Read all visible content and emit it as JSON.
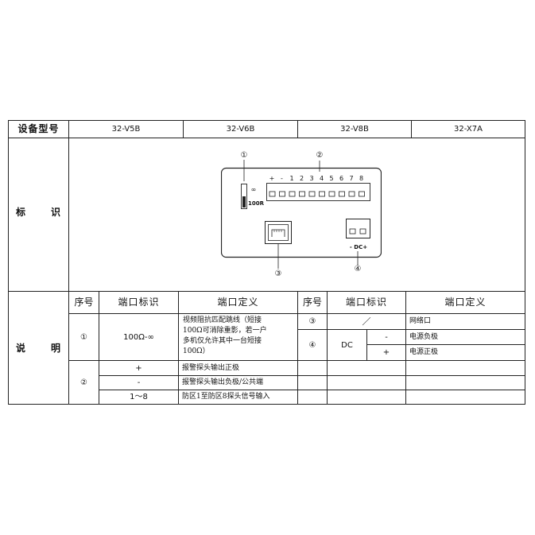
{
  "header": {
    "model_label": "设备型号",
    "models": [
      "32-V5B",
      "32-V6B",
      "32-V8B",
      "32-X7A"
    ]
  },
  "identify": {
    "label_char1": "标",
    "label_char2": "识",
    "diagram": {
      "callout_1": "①",
      "callout_2": "②",
      "callout_3": "③",
      "callout_4": "④",
      "jumper_inf": "∞",
      "jumper_100r": "100R",
      "terminal_labels": [
        "+",
        "-",
        "1",
        "2",
        "3",
        "4",
        "5",
        "6",
        "7",
        "8"
      ],
      "dc_label": "- DC+"
    }
  },
  "explain": {
    "label_char1": "说",
    "label_char2": "明",
    "col_headers": {
      "seq": "序号",
      "port_id": "端口标识",
      "port_def": "端口定义",
      "seq2": "序号",
      "port_id2": "端口标识",
      "port_def2": "端口定义"
    },
    "left_rows": [
      {
        "seq": "①",
        "port_id": "100Ω-∞",
        "def_lines": [
          "视频阻抗匹配跳线（短接",
          "100Ω可消除重影，若一户",
          "多机仅允许其中一台短接",
          "100Ω）"
        ]
      },
      {
        "seq": "②",
        "port_id": "+",
        "def": "报警探头输出正极"
      },
      {
        "seq": "",
        "port_id": "-",
        "def": "报警探头输出负极/公共端"
      },
      {
        "seq": "",
        "port_id": "1～8",
        "def": "防区1至防区8探头信号输入"
      }
    ],
    "right_rows": [
      {
        "seq": "③",
        "port_id": "／",
        "def": "网络口"
      },
      {
        "seq": "④",
        "port_id": "DC",
        "sub_minus": "-",
        "def_minus": "电源负极",
        "sub_plus": "+",
        "def_plus": "电源正极"
      }
    ]
  }
}
